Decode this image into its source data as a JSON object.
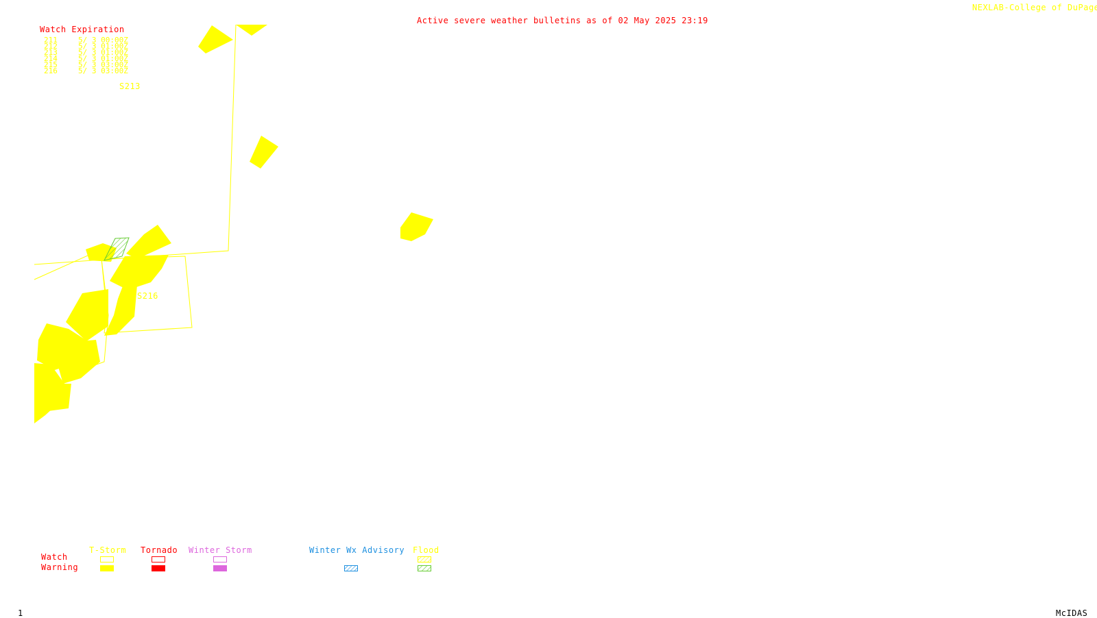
{
  "header": {
    "title": "Active severe weather bulletins as of 02 May 2025 23:19",
    "credit": "NEXLAB-College of DuPage",
    "credit_mark": "®"
  },
  "watch_expiration": {
    "heading": "Watch Expiration",
    "rows": [
      {
        "id": "211",
        "expires": "5/ 3 00:00Z"
      },
      {
        "id": "212",
        "expires": "5/ 3 01:00Z"
      },
      {
        "id": "213",
        "expires": "5/ 3 01:00Z"
      },
      {
        "id": "214",
        "expires": "5/ 3 01:00Z"
      },
      {
        "id": "215",
        "expires": "5/ 3 03:00Z"
      },
      {
        "id": "216",
        "expires": "5/ 3 03:00Z"
      }
    ]
  },
  "map_labels": {
    "watch_a": "S213",
    "watch_b": "S216"
  },
  "legend": {
    "row_watch": "Watch",
    "row_warning": "Warning",
    "columns": [
      {
        "label": "T-Storm",
        "color": "#ffff00"
      },
      {
        "label": "Tornado",
        "color": "#ff0000"
      },
      {
        "label": "Winter Storm",
        "color": "#dd66dd"
      },
      {
        "label": "Winter Wx Advisory",
        "color": "#1e90e0"
      },
      {
        "label": "Flood",
        "color": "#ffff00",
        "warning_color": "#66cc33"
      }
    ]
  },
  "footer": {
    "frame": "1",
    "software": "McIDAS"
  }
}
